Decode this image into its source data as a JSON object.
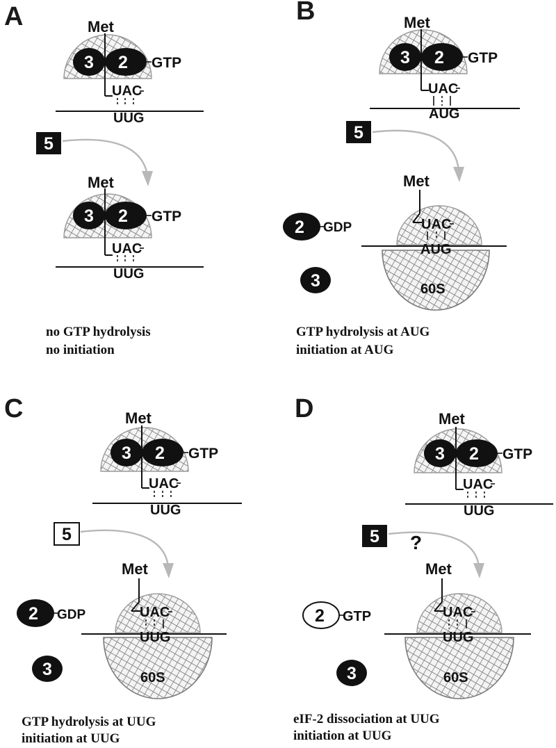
{
  "panels": {
    "A": {
      "letter": "A",
      "top": {
        "amino_acid": "Met",
        "factor3": "3",
        "factor2": "2",
        "nucleotide": "GTP",
        "anticodon": "UAC",
        "codon": "UUG"
      },
      "eif5": "5",
      "bottom": {
        "amino_acid": "Met",
        "factor3": "3",
        "factor2": "2",
        "nucleotide": "GTP",
        "anticodon": "UAC",
        "codon": "UUG"
      },
      "caption_line1": "no GTP hydrolysis",
      "caption_line2": "no initiation"
    },
    "B": {
      "letter": "B",
      "top": {
        "amino_acid": "Met",
        "factor3": "3",
        "factor2": "2",
        "nucleotide": "GTP",
        "anticodon": "UAC",
        "codon": "AUG"
      },
      "eif5": "5",
      "released2": {
        "factor": "2",
        "nucleotide": "GDP"
      },
      "released3": "3",
      "bottom": {
        "amino_acid": "Met",
        "anticodon": "UAC",
        "codon": "AUG",
        "subunit": "60S"
      },
      "caption_line1": "GTP hydrolysis at AUG",
      "caption_line2": "initiation at AUG"
    },
    "C": {
      "letter": "C",
      "top": {
        "amino_acid": "Met",
        "factor3": "3",
        "factor2": "2",
        "nucleotide": "GTP",
        "anticodon": "UAC",
        "codon": "UUG"
      },
      "eif5": "5",
      "released2": {
        "factor": "2",
        "nucleotide": "GDP"
      },
      "released3": "3",
      "bottom": {
        "amino_acid": "Met",
        "anticodon": "UAC",
        "codon": "UUG",
        "subunit": "60S"
      },
      "caption_line1": "GTP hydrolysis at UUG",
      "caption_line2": "initiation at UUG"
    },
    "D": {
      "letter": "D",
      "top": {
        "amino_acid": "Met",
        "factor3": "3",
        "factor2": "2",
        "nucleotide": "GTP",
        "anticodon": "UAC",
        "codon": "UUG"
      },
      "eif5": "5",
      "question": "?",
      "released2": {
        "factor": "2",
        "nucleotide": "GTP"
      },
      "released3": "3",
      "bottom": {
        "amino_acid": "Met",
        "anticodon": "UAC",
        "codon": "UUG",
        "subunit": "60S"
      },
      "caption_line1": "eIF-2 dissociation at UUG",
      "caption_line2": "initiation at UUG"
    }
  },
  "colors": {
    "factor_fill": "#111111",
    "ribosome_hatch": "#8a8a8a",
    "arrow": "#b8b8b8"
  }
}
